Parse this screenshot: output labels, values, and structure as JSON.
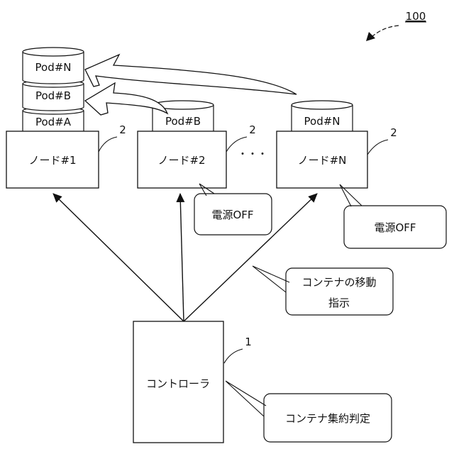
{
  "figure_ref": "100",
  "controller": {
    "label": "コントローラ",
    "ref": "1"
  },
  "nodes": [
    {
      "label": "ノード#1",
      "ref": "2"
    },
    {
      "label": "ノード#2",
      "ref": "2"
    },
    {
      "label": "ノード#N",
      "ref": "2"
    }
  ],
  "ellipsis": "・・・",
  "node1_pods": [
    "Pod#N",
    "Pod#B",
    "Pod#A"
  ],
  "node2_pod": "Pod#B",
  "nodeN_pod": "Pod#N",
  "callouts": {
    "power_off_node2": "電源OFF",
    "power_off_nodeN": "電源OFF",
    "move_instruction_line1": "コンテナの移動",
    "move_instruction_line2": "指示",
    "consolidation": "コンテナ集約判定"
  }
}
